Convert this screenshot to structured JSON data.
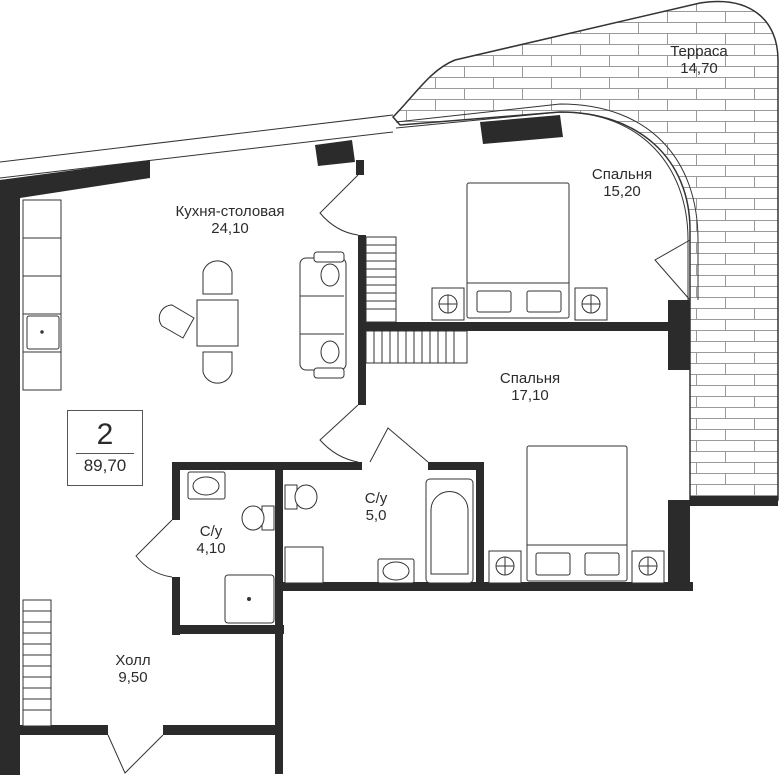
{
  "plan": {
    "colors": {
      "wall": "#2b2b2b",
      "line": "#4a4a4a",
      "terrace_hatch": "#9a9a9a",
      "background": "#ffffff"
    },
    "summary": {
      "rooms_count": "2",
      "total_area": "89,70"
    },
    "rooms": [
      {
        "id": "kitchen",
        "name": "Кухня-столовая",
        "area": "24,10"
      },
      {
        "id": "bedroom1",
        "name": "Спальня",
        "area": "15,20"
      },
      {
        "id": "terrace",
        "name": "Терраса",
        "area": "14,70"
      },
      {
        "id": "bedroom2",
        "name": "Спальня",
        "area": "17,10"
      },
      {
        "id": "bath1",
        "name": "С/у",
        "area": "4,10"
      },
      {
        "id": "bath2",
        "name": "С/у",
        "area": "5,0"
      },
      {
        "id": "hall",
        "name": "Холл",
        "area": "9,50"
      }
    ]
  }
}
